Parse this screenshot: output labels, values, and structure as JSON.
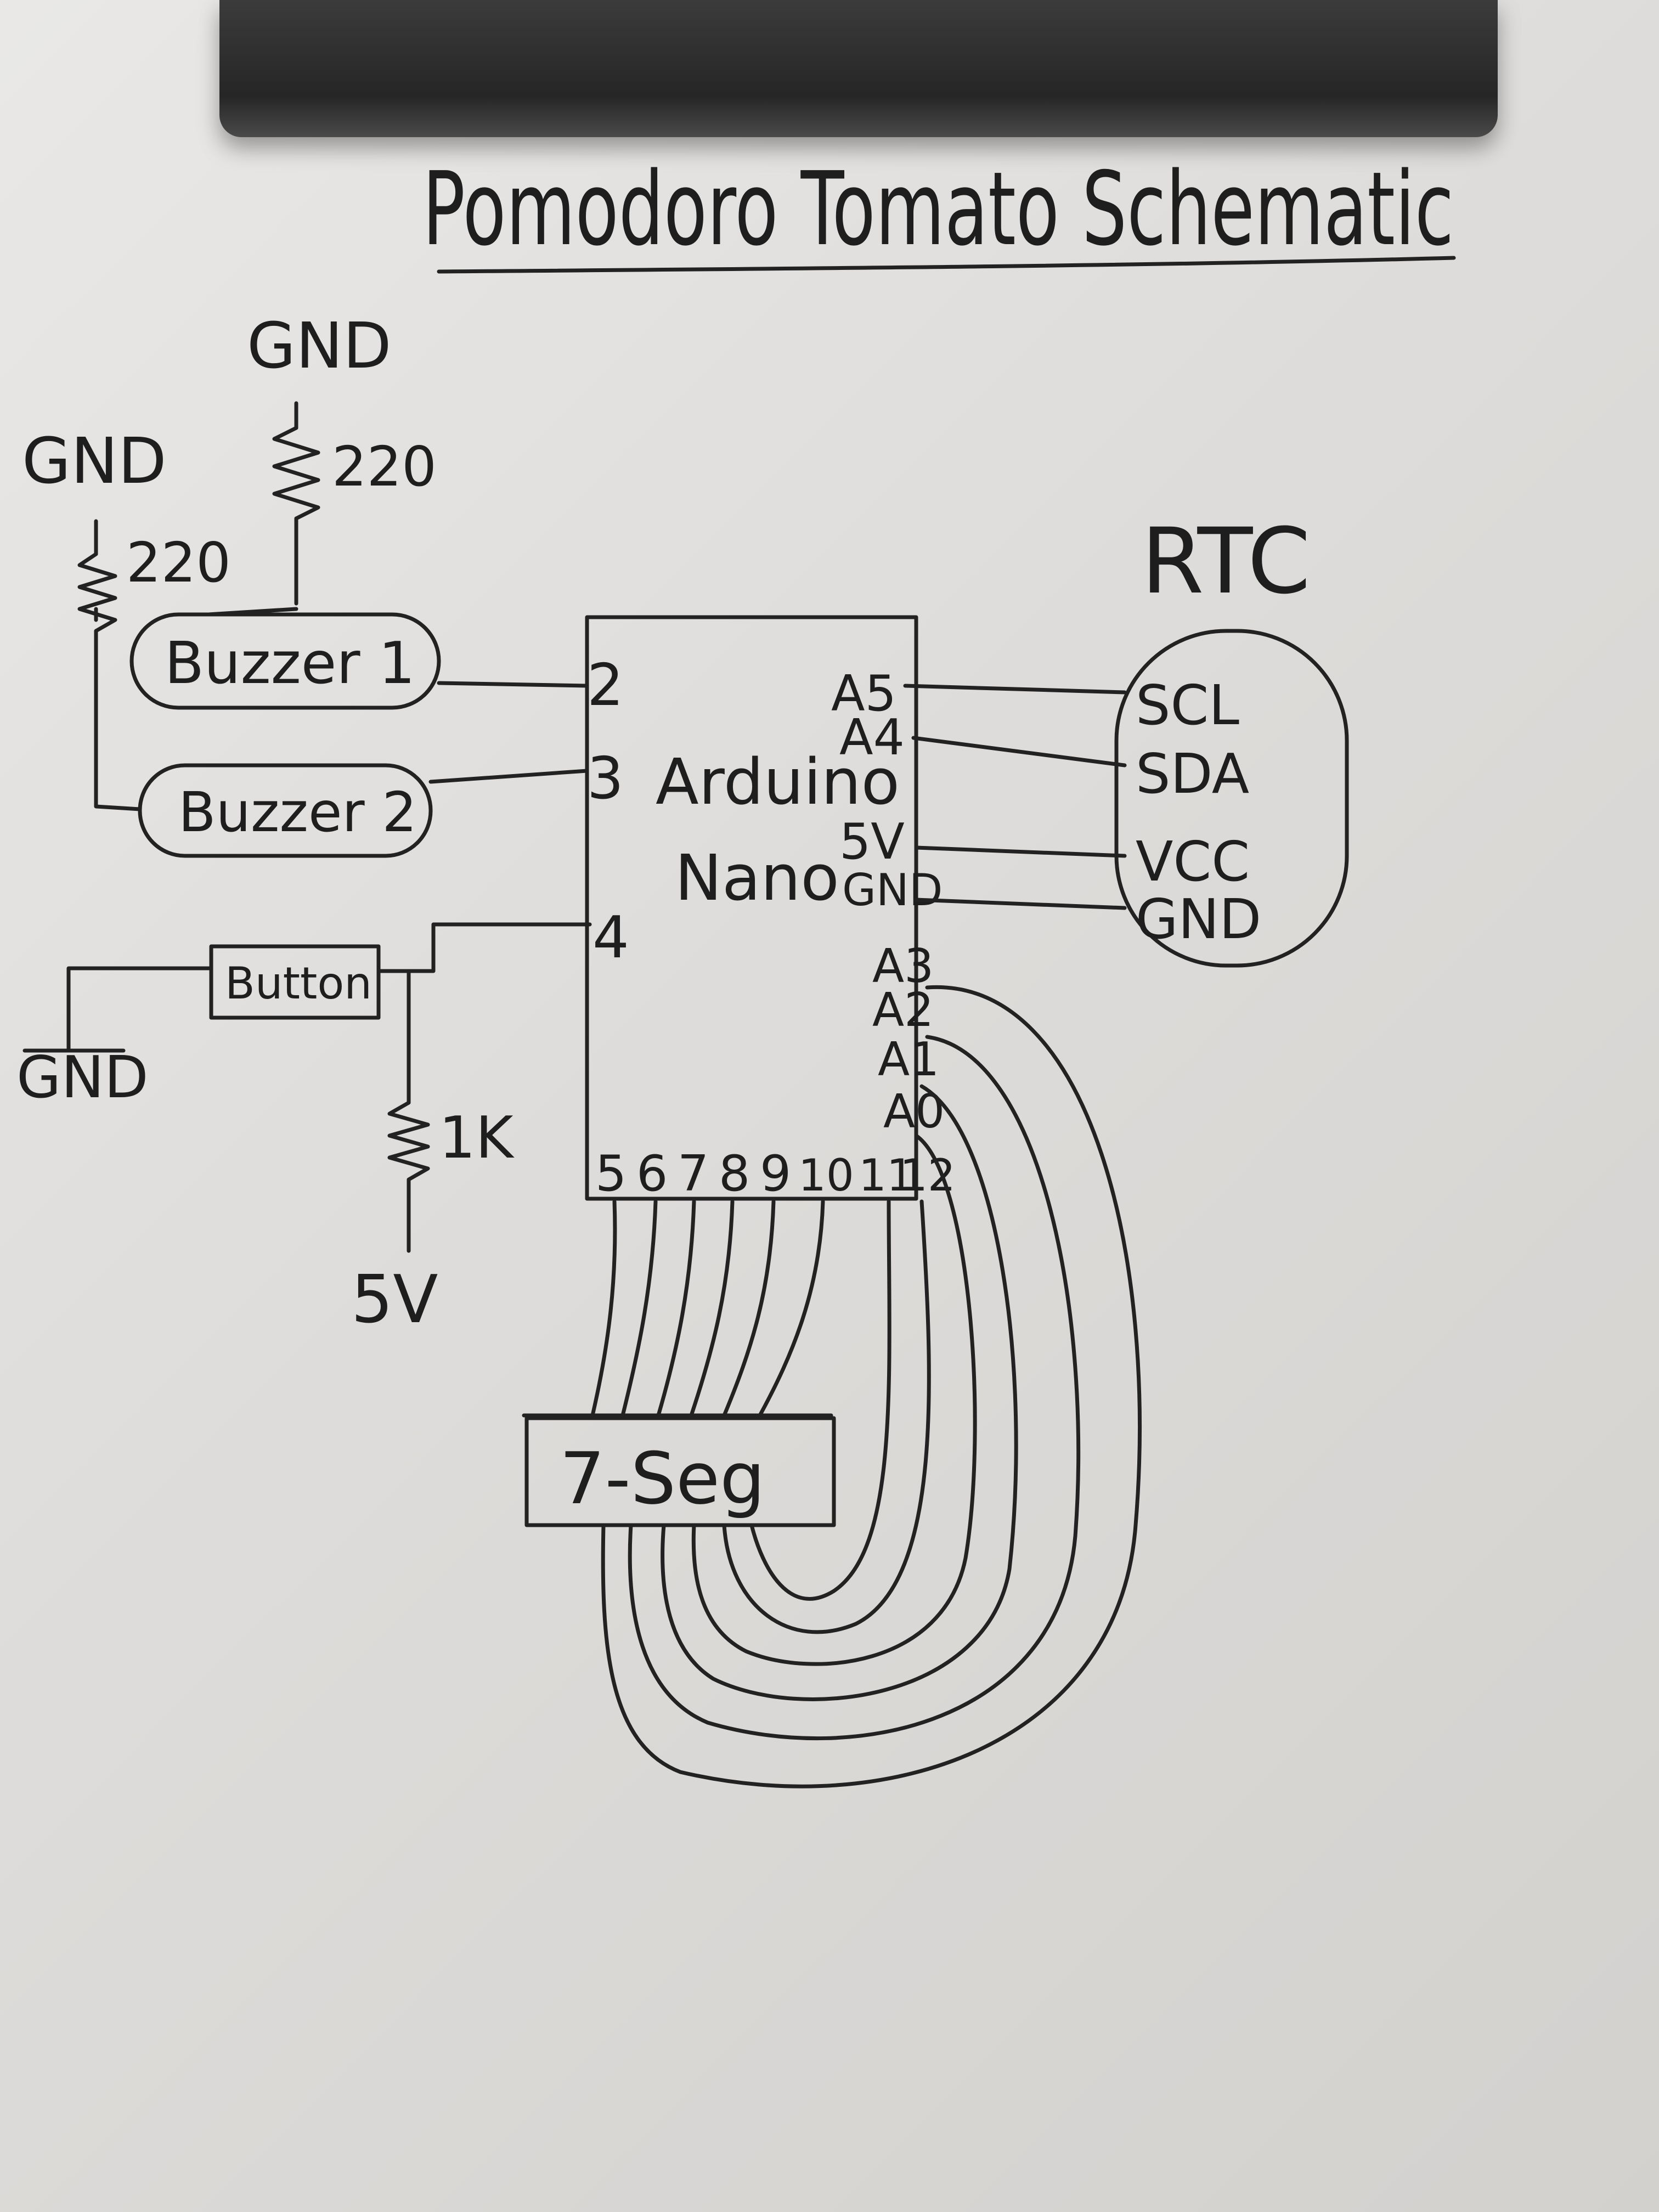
{
  "title": "Pomodoro Tomato Schematic",
  "arduino": {
    "line1": "Arduino",
    "line2": "Nano"
  },
  "pins_left": {
    "p2": "2",
    "p3": "3",
    "p4": "4"
  },
  "pins_right": {
    "a5": "A5",
    "a4": "A4",
    "v5": "5V",
    "gnd": "GND",
    "a3": "A3",
    "a2": "A2",
    "a1": "A1",
    "a0": "A0"
  },
  "pins_bottom": [
    "5",
    "6",
    "7",
    "8",
    "9",
    "10",
    "11",
    "12"
  ],
  "rtc": {
    "label": "RTC",
    "scl": "SCL",
    "sda": "SDA",
    "vcc": "VCC",
    "gnd": "GND"
  },
  "buzzer1": "Buzzer 1",
  "buzzer2": "Buzzer 2",
  "button": "Button",
  "seg7": "7-Seg",
  "gnd_labels": {
    "top_right": "GND",
    "top_left": "GND",
    "button": "GND"
  },
  "resistors": {
    "r1": "220",
    "r2": "220",
    "r3": "1K"
  },
  "supply": "5V"
}
